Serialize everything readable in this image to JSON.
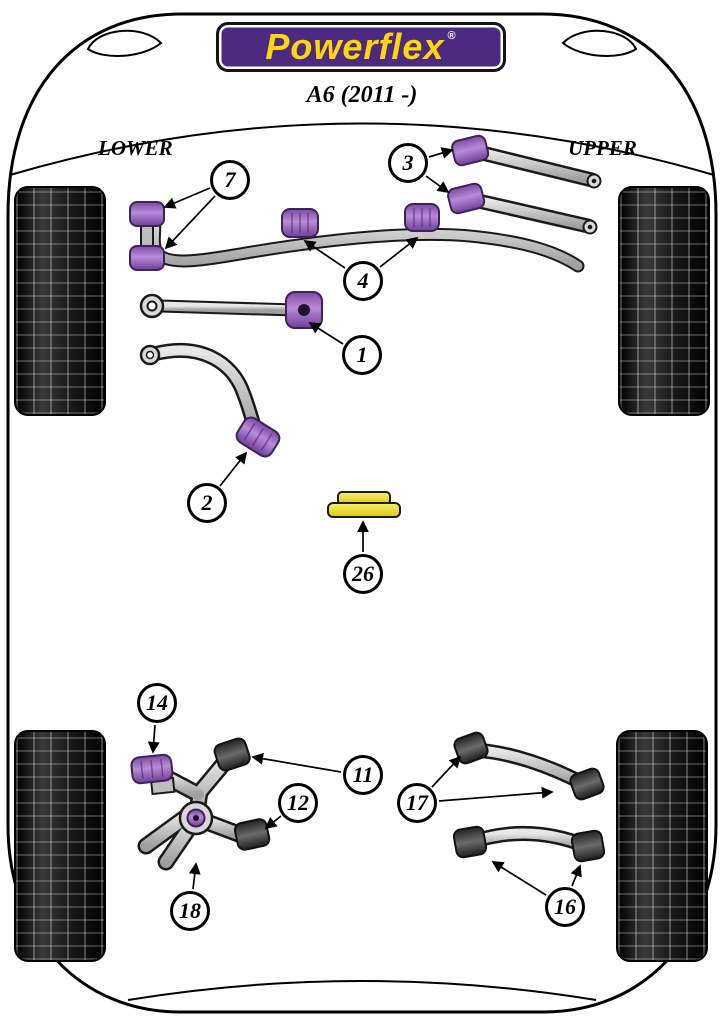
{
  "header": {
    "brand": "Powerflex",
    "registered_mark": "®",
    "model": "A6 (2011 -)"
  },
  "section_labels": {
    "lower": "LOWER",
    "upper": "UPPER"
  },
  "callouts": [
    {
      "label": "7"
    },
    {
      "label": "3"
    },
    {
      "label": "4"
    },
    {
      "label": "1"
    },
    {
      "label": "2"
    },
    {
      "label": "26"
    },
    {
      "label": "14"
    },
    {
      "label": "11"
    },
    {
      "label": "12"
    },
    {
      "label": "17"
    },
    {
      "label": "18"
    },
    {
      "label": "16"
    }
  ],
  "colors": {
    "bush_purple": "#9a63c8",
    "bush_yellow": "#f2e63c",
    "logo_background": "#4c2a80",
    "logo_text": "#ffd60a",
    "part_gray": "#c8c8c8",
    "dark_bush": "#3c3c3c"
  }
}
